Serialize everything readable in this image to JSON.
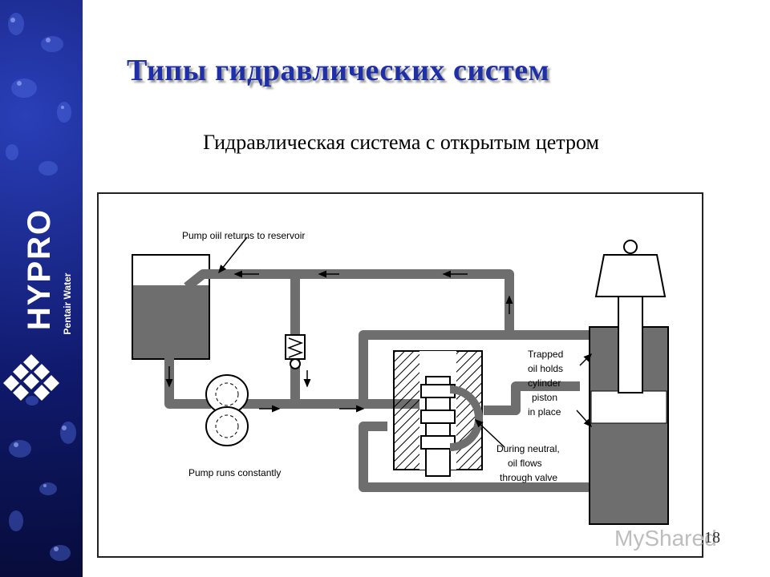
{
  "slide": {
    "title": "Типы гидравлических систем",
    "subtitle": "Гидравлическая система с открытым цетром",
    "page_number": "18"
  },
  "sidebar": {
    "brand": "HYPRO",
    "tagline": "Pentair Water"
  },
  "diagram": {
    "labels": {
      "return": "Pump oiil returns to reservoir",
      "pump": "Pump runs constantly",
      "trapped": [
        "Trapped",
        "oil holds",
        "cylinder",
        "piston",
        "in place"
      ],
      "neutral": [
        "During neutral,",
        "oil flows",
        "through valve"
      ]
    }
  },
  "watermark": {
    "text": "MyShared"
  }
}
